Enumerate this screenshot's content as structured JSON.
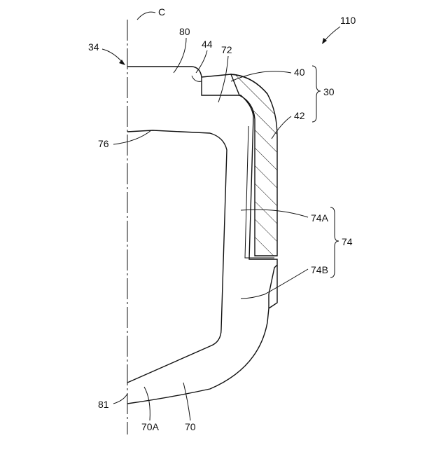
{
  "figure": {
    "reference": "110",
    "centerline_label": "C",
    "labels": {
      "l34": "34",
      "l80": "80",
      "l44": "44",
      "l72": "72",
      "l40": "40",
      "l30": "30",
      "l42": "42",
      "l76": "76",
      "l74A": "74A",
      "l74": "74",
      "l74B": "74B",
      "l81": "81",
      "l70A": "70A",
      "l70": "70"
    }
  },
  "colors": {
    "line": "#111111",
    "background": "#ffffff"
  }
}
